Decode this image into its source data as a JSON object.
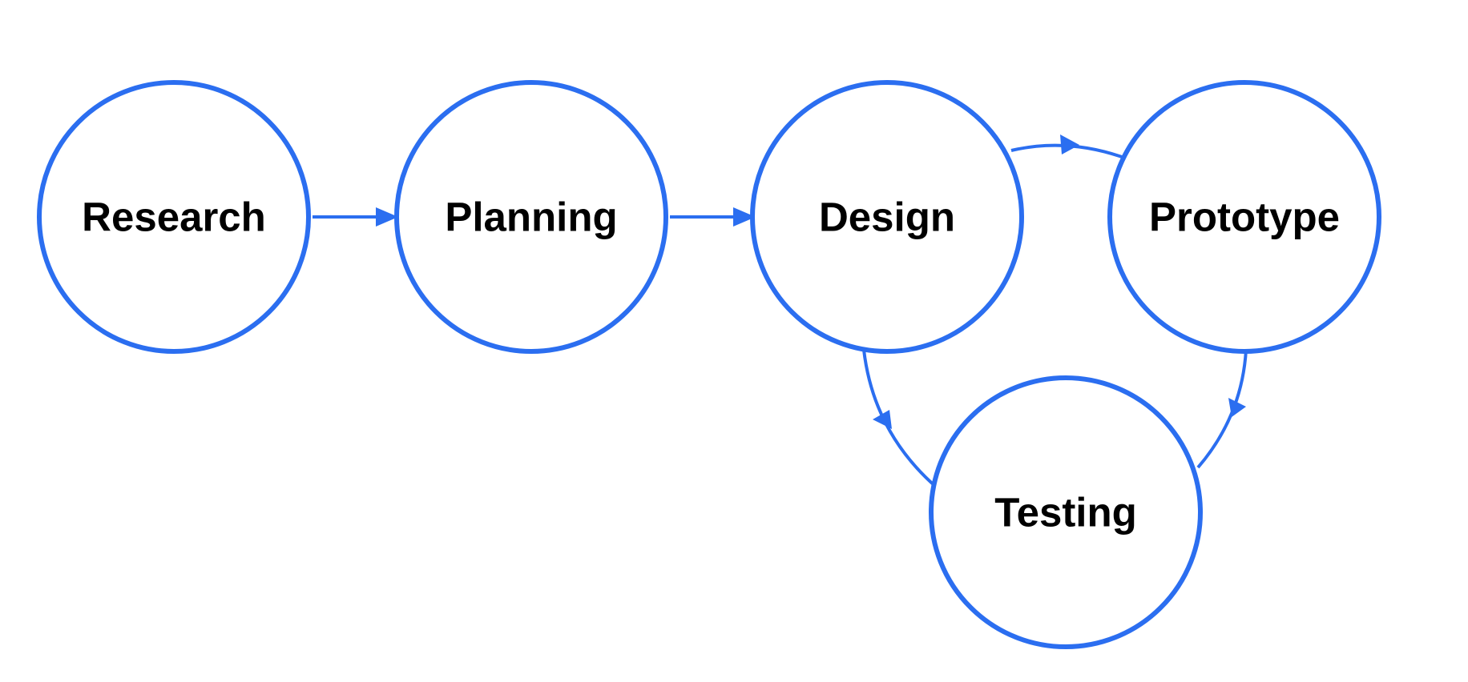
{
  "diagram": {
    "accent_color": "#2b6ef0",
    "nodes": [
      {
        "id": "research",
        "label": "Research"
      },
      {
        "id": "planning",
        "label": "Planning"
      },
      {
        "id": "design",
        "label": "Design"
      },
      {
        "id": "prototype",
        "label": "Prototype"
      },
      {
        "id": "testing",
        "label": "Testing"
      }
    ],
    "edges": [
      {
        "from": "research",
        "to": "planning"
      },
      {
        "from": "planning",
        "to": "design"
      },
      {
        "from": "design",
        "to": "prototype"
      },
      {
        "from": "design",
        "to": "testing"
      },
      {
        "from": "prototype",
        "to": "testing"
      }
    ]
  }
}
